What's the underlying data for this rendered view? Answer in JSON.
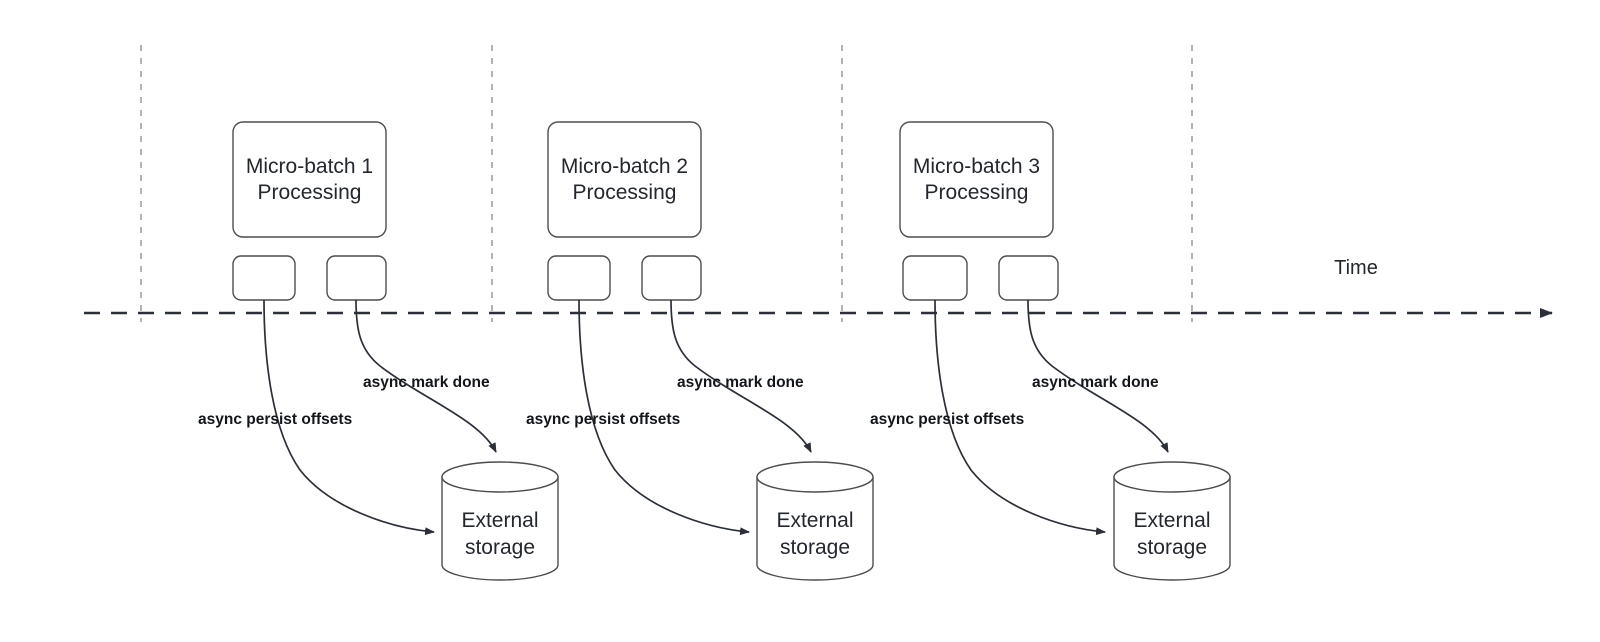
{
  "diagram": {
    "title": "Micro-batch async offset commit timeline",
    "background_color": "#ffffff",
    "stroke_color": "#4d4d4d",
    "arrow_color": "#2b2f38",
    "tick_color": "#b3b3b3",
    "text_color": "#23272e"
  },
  "axis": {
    "label": "Time",
    "style": "dashed-arrow-right"
  },
  "ticks": [
    {
      "name": "tick-1"
    },
    {
      "name": "tick-2"
    },
    {
      "name": "tick-3"
    },
    {
      "name": "tick-4"
    }
  ],
  "batches": [
    {
      "id": "batch-1",
      "title_line1": "Micro-batch 1",
      "title_line2": "Processing",
      "tasks": [
        {
          "id": "batch-1-task-a",
          "label": ""
        },
        {
          "id": "batch-1-task-b",
          "label": ""
        }
      ],
      "edges": [
        {
          "id": "batch-1-persist",
          "label": "async persist offsets"
        },
        {
          "id": "batch-1-markdone",
          "label": "async mark done"
        }
      ],
      "storage": {
        "id": "storage-1",
        "line1": "External",
        "line2": "storage"
      }
    },
    {
      "id": "batch-2",
      "title_line1": "Micro-batch 2",
      "title_line2": "Processing",
      "tasks": [
        {
          "id": "batch-2-task-a",
          "label": ""
        },
        {
          "id": "batch-2-task-b",
          "label": ""
        }
      ],
      "edges": [
        {
          "id": "batch-2-persist",
          "label": "async persist offsets"
        },
        {
          "id": "batch-2-markdone",
          "label": "async mark done"
        }
      ],
      "storage": {
        "id": "storage-2",
        "line1": "External",
        "line2": "storage"
      }
    },
    {
      "id": "batch-3",
      "title_line1": "Micro-batch 3",
      "title_line2": "Processing",
      "tasks": [
        {
          "id": "batch-3-task-a",
          "label": ""
        },
        {
          "id": "batch-3-task-b",
          "label": ""
        }
      ],
      "edges": [
        {
          "id": "batch-3-persist",
          "label": "async persist offsets"
        },
        {
          "id": "batch-3-markdone",
          "label": "async mark done"
        }
      ],
      "storage": {
        "id": "storage-3",
        "line1": "External",
        "line2": "storage"
      }
    }
  ]
}
